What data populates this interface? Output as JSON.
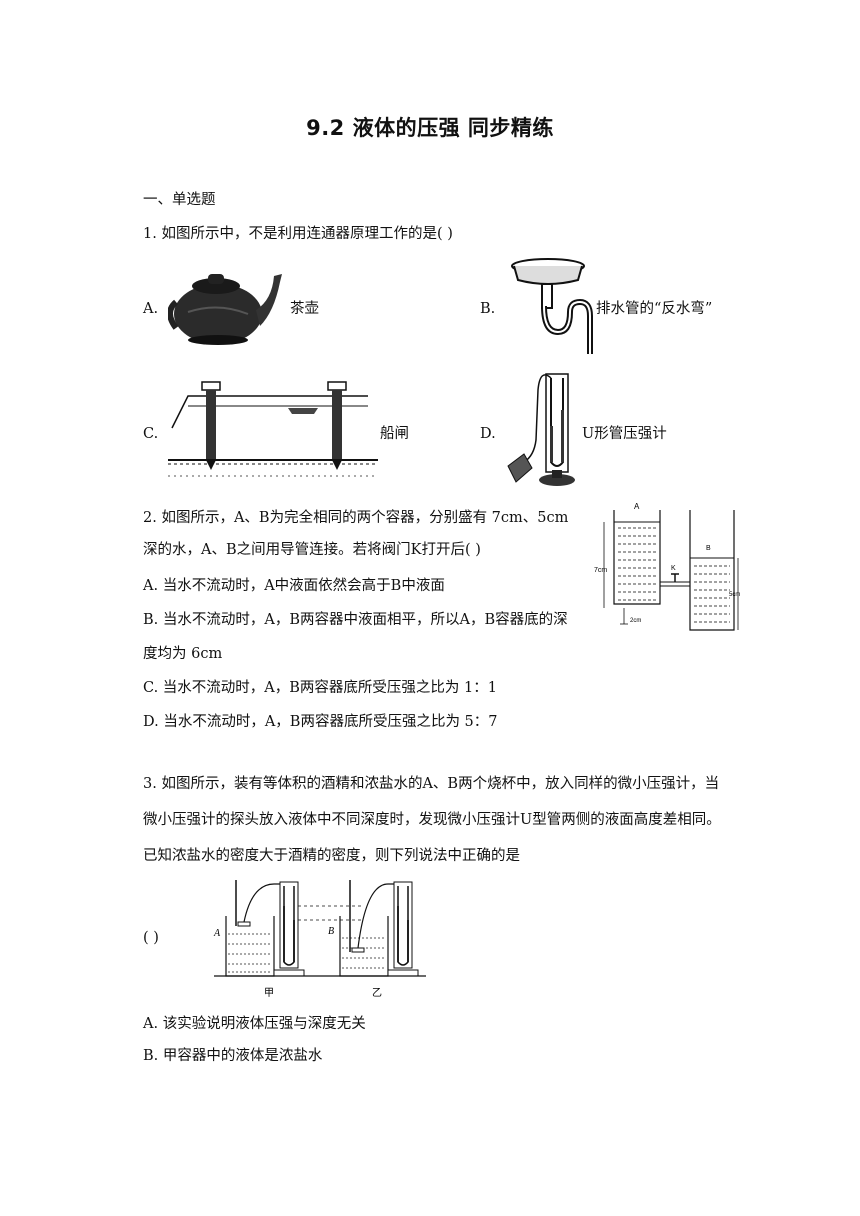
{
  "title": "9.2 液体的压强 同步精练",
  "section": "一、单选题",
  "q1": {
    "stem": "1.    如图所示中，不是利用连通器原理工作的是(              )",
    "options": [
      {
        "letter": "A.",
        "label": "茶壶"
      },
      {
        "letter": "B.",
        "label": "排水管的“反水弯”"
      },
      {
        "letter": "C.",
        "label": "船闸"
      },
      {
        "letter": "D.",
        "label": "U形管压强计"
      }
    ]
  },
  "q2": {
    "line1": "2.    如图所示，A、B为完全相同的两个容器，分别盛有 7cm、5cm",
    "line2": "深的水，A、B之间用导管连接。若将阀门K打开后(              )",
    "optA": "A.   当水不流动时，A中液面依然会高于B中液面",
    "optB1": "B.   当水不流动时，A，B两容器中液面相平，所以A，B容器底的深",
    "optB2": "度均为 6cm",
    "optC": "C.   当水不流动时，A，B两容器底所受压强之比为 1：1",
    "optD": "D.   当水不流动时，A，B两容器底所受压强之比为 5：7",
    "figure_labels": {
      "a": "A",
      "b": "B",
      "k": "K",
      "h7": "7cm",
      "h5": "5cm",
      "h2": "2cm"
    }
  },
  "q3": {
    "line1": "3.    如图所示，装有等体积的酒精和浓盐水的A、B两个烧杯中，放入同样的微小压强计，当",
    "line2": "微小压强计的探头放入液体中不同深度时，发现微小压强计U型管两侧的液面高度差相同。",
    "line3": "已知浓盐水的密度大于酒精的密度，则下列说法中正确的是",
    "bracket": "(              )",
    "figure_labels": {
      "a": "A",
      "b": "B",
      "jia": "甲",
      "yi": "乙"
    },
    "optA": "A.   该实验说明液体压强与深度无关",
    "optB": "B.   甲容器中的液体是浓盐水"
  }
}
